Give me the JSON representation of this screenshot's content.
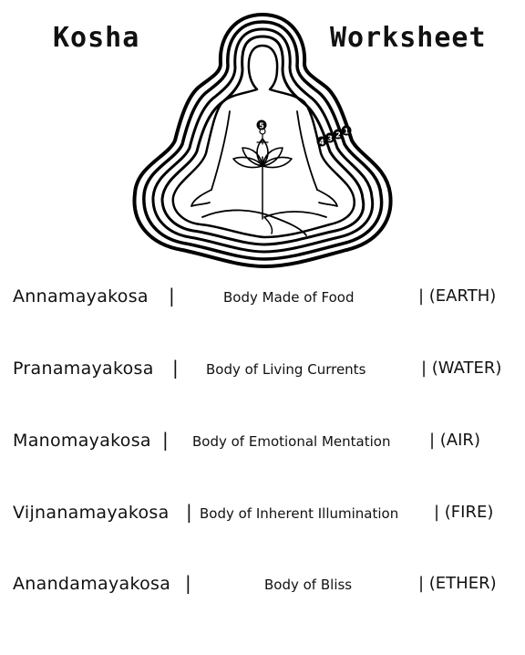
{
  "header": {
    "title_left": "Kosha",
    "title_right": "Worksheet"
  },
  "figure": {
    "markers": [
      "1",
      "2",
      "3",
      "4",
      "5"
    ]
  },
  "koshas": [
    {
      "name": "Annamayakosa",
      "separator": "|",
      "description": "Body Made of Food",
      "element": "| (EARTH)"
    },
    {
      "name": "Pranamayakosa",
      "separator": "|",
      "description": "Body of Living Currents",
      "element": "| (WATER)"
    },
    {
      "name": "Manomayakosa",
      "separator": "|",
      "description": "Body of Emotional Mentation",
      "element": "| (AIR)"
    },
    {
      "name": "Vijnanamayakosa",
      "separator": "|",
      "description": "Body of Inherent Illumination",
      "element": "| (FIRE)"
    },
    {
      "name": "Anandamayakosa",
      "separator": "|",
      "description": "Body of Bliss",
      "element": "| (ETHER)"
    }
  ]
}
